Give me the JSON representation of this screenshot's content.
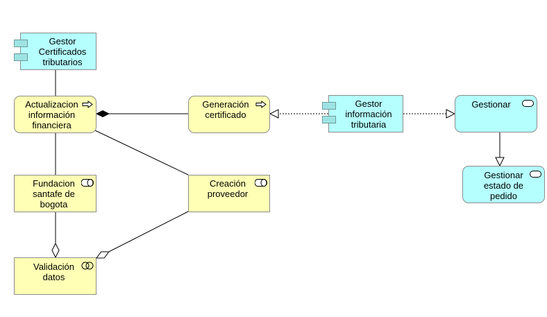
{
  "nodes": {
    "gestor_certificados": {
      "label": "Gestor\nCertificados\ntributarios",
      "icon": "component-icon",
      "kind": "application-component"
    },
    "actualizacion": {
      "label": "Actualizacion\ninformación\nfinanciera",
      "icon": "process-arrow-icon",
      "kind": "business-process"
    },
    "generacion": {
      "label": "Generación\ncertificado",
      "icon": "process-arrow-icon",
      "kind": "business-process"
    },
    "gestor_informacion": {
      "label": "Gestor\ninformación\ntributaria",
      "icon": "component-icon",
      "kind": "application-component"
    },
    "gestionar": {
      "label": "Gestionar",
      "icon": "service-icon",
      "kind": "application-service"
    },
    "gestionar_estado": {
      "label": "Gestionar\nestado de\npedido",
      "icon": "service-icon",
      "kind": "application-service"
    },
    "fundacion": {
      "label": "Fundacion\nsantafe de\nbogota",
      "icon": "role-icon",
      "kind": "business-role"
    },
    "creacion": {
      "label": "Creación\nproveedor",
      "icon": "role-icon",
      "kind": "business-role"
    },
    "validacion": {
      "label": "Validación\ndatos",
      "icon": "collaboration-icon",
      "kind": "business-collaboration"
    }
  },
  "edges": [
    {
      "from": "gestor_certificados",
      "to": "actualizacion",
      "type": "association"
    },
    {
      "from": "generacion",
      "to": "actualizacion",
      "type": "composition"
    },
    {
      "from": "gestor_informacion",
      "to": "generacion",
      "type": "realization"
    },
    {
      "from": "gestor_informacion",
      "to": "gestionar",
      "type": "realization"
    },
    {
      "from": "gestionar",
      "to": "gestionar_estado",
      "type": "specialization"
    },
    {
      "from": "actualizacion",
      "to": "fundacion",
      "type": "association"
    },
    {
      "from": "actualizacion",
      "to": "creacion",
      "type": "association"
    },
    {
      "from": "fundacion",
      "to": "validacion",
      "type": "aggregation"
    },
    {
      "from": "creacion",
      "to": "validacion",
      "type": "aggregation"
    }
  ],
  "colors": {
    "business": "#ffffb5",
    "application": "#b5ffff",
    "border": "#8c8c8c",
    "edge": "#000000"
  }
}
